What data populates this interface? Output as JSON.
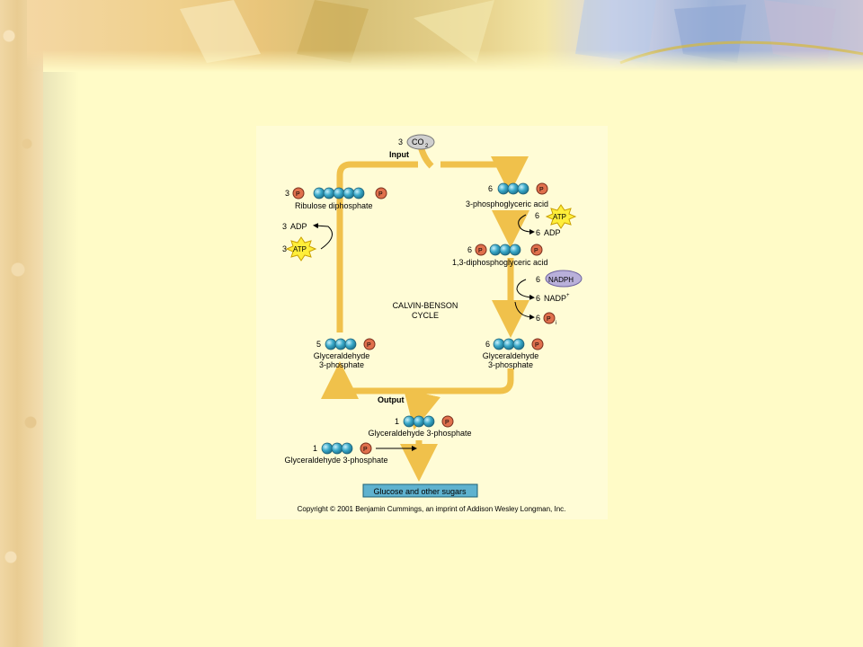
{
  "diagram": {
    "input": {
      "count": "3",
      "molecule": "CO",
      "subscript": "2",
      "label": "Input"
    },
    "center_title": [
      "CALVIN-BENSON",
      "CYCLE"
    ],
    "rudp": {
      "count": "3",
      "phosphate": "P",
      "label": "Ribulose diphosphate"
    },
    "pga": {
      "count": "6",
      "phosphate": "P",
      "label": "3-phosphoglyceric acid"
    },
    "atp_in": {
      "count": "6",
      "label": "ATP"
    },
    "adp_out": {
      "count": "6",
      "label": "ADP"
    },
    "dpga": {
      "count": "6",
      "phosphate": "P",
      "label": "1,3-diphosphoglyceric acid"
    },
    "nadph": {
      "count": "6",
      "label": "NADPH"
    },
    "nadp": {
      "count": "6",
      "label": "NADP",
      "superscript": "+"
    },
    "pi": {
      "count": "6",
      "label": "P",
      "subscript": "i"
    },
    "g3p_right": {
      "count": "6",
      "phosphate": "P",
      "label_line1": "Glyceraldehyde",
      "label_line2": "3-phosphate"
    },
    "g3p_left": {
      "count": "5",
      "phosphate": "P",
      "label_line1": "Glyceraldehyde",
      "label_line2": "3-phosphate"
    },
    "adp_left": {
      "count": "3",
      "label": "ADP"
    },
    "atp_left": {
      "count": "3",
      "label": "ATP"
    },
    "output": {
      "label": "Output"
    },
    "g3p_out1": {
      "count": "1",
      "phosphate": "P",
      "label": "Glyceraldehyde 3-phosphate"
    },
    "g3p_out2": {
      "count": "1",
      "phosphate": "P",
      "label": "Glyceraldehyde 3-phosphate"
    },
    "product": {
      "label": "Glucose and other sugars"
    },
    "copyright": "Copyright © 2001 Benjamin Cummings, an imprint of Addison Wesley Longman, Inc."
  },
  "colors": {
    "arrow": "#f0c14b",
    "carbon": "#3aa9c9",
    "phosphate": "#e0704d",
    "atp_star": "#ffee3a",
    "nadph": "#b9b0da",
    "product_box": "#5fb2cf"
  }
}
